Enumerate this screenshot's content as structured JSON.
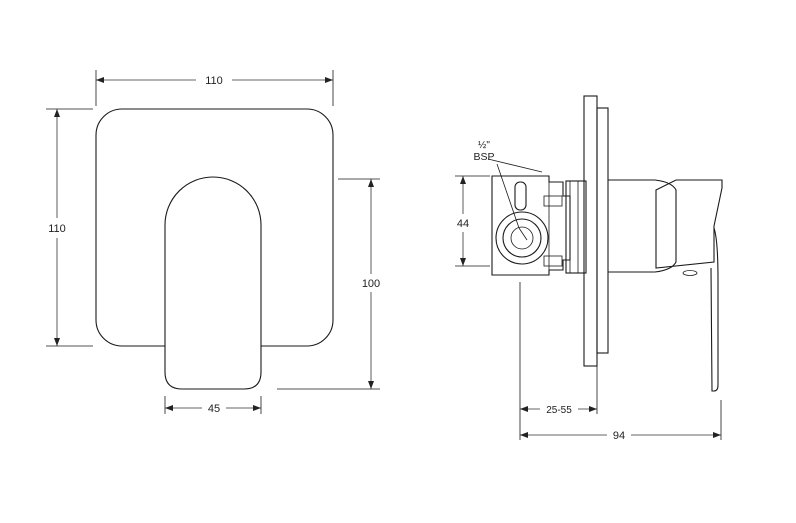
{
  "dimensions": {
    "front_width": "110",
    "front_height": "110",
    "lever_height": "100",
    "lever_width": "45",
    "inlet_height": "44",
    "wall_depth": "25-55",
    "overall_depth": "94"
  },
  "annotations": {
    "thread_fraction": "½\"",
    "thread_type": "BSP"
  },
  "colors": {
    "line": "#1a1a1a",
    "background": "#ffffff"
  }
}
